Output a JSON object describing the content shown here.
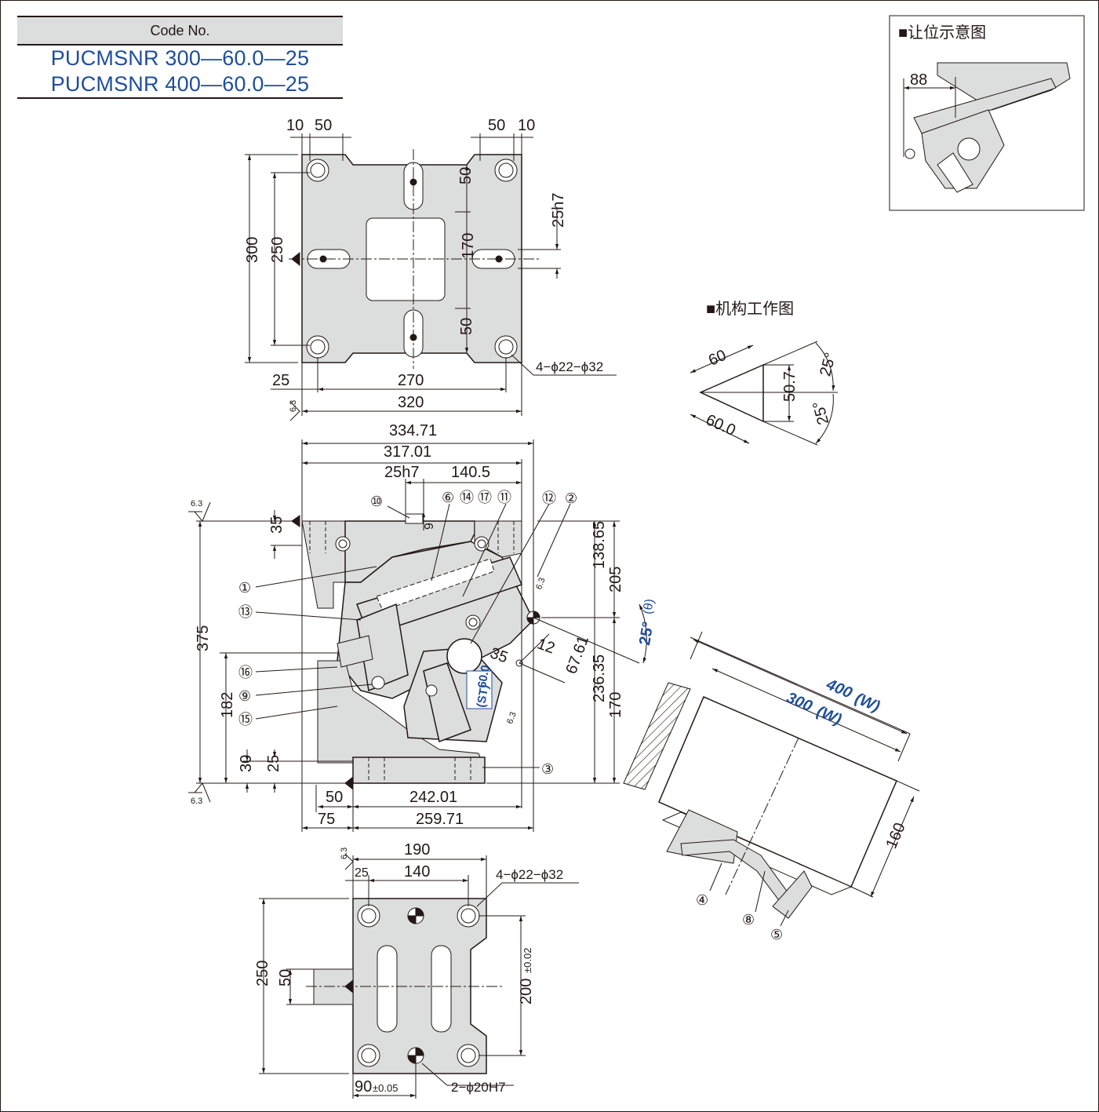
{
  "code_table": {
    "header": "Code No.",
    "codes": [
      "PUCMSNR 300—60.0—25",
      "PUCMSNR 400—60.0—25"
    ]
  },
  "inset_retreat": {
    "title": "■让位示意图",
    "dim": "88"
  },
  "inset_mechanism": {
    "title": "■机构工作图",
    "dims": {
      "top": "60",
      "bottom": "60.0",
      "height": "50.7",
      "angle_top": "25°",
      "angle_bottom": "25°"
    }
  },
  "top_view": {
    "dims": {
      "left_10": "10",
      "left_50": "50",
      "right_50": "50",
      "right_10": "10",
      "h300": "300",
      "h250": "250",
      "v50_top": "50",
      "v170": "170",
      "v50_bottom": "50",
      "key": "25h7",
      "w25": "25",
      "w270": "270",
      "w320": "320",
      "holes": "4−ϕ22−ϕ32",
      "rough": "6.3"
    }
  },
  "front_view": {
    "dims": {
      "w334": "334.71",
      "w317": "317.01",
      "key": "25h7",
      "w140": "140.5",
      "h35": "35",
      "h9": "9",
      "h375": "375",
      "h182": "182",
      "h30": "30",
      "h25": "25",
      "h138": "138.65",
      "h205": "205",
      "h236": "236.35",
      "h170": "170",
      "angle": "25°",
      "theta": "(θ)",
      "d12": "12",
      "d67": "67.61",
      "d35": "35",
      "st_val": "60.0",
      "st_lbl": "(ST)",
      "w50": "50",
      "w242": "242.01",
      "w75": "75",
      "w259": "259.71",
      "rough": "6.3"
    },
    "callouts": [
      "①",
      "②",
      "③",
      "④",
      "⑤",
      "⑥",
      "⑧",
      "⑨",
      "⑩",
      "⑪",
      "⑫",
      "⑬",
      "⑭",
      "⑮",
      "⑯",
      "⑰"
    ]
  },
  "cam_view": {
    "w400": "400",
    "w300": "300",
    "w_unit": "(W)",
    "h160": "160"
  },
  "bottom_view": {
    "dims": {
      "w190": "190",
      "w25": "25",
      "w140": "140",
      "holes": "4−ϕ22−ϕ32",
      "h250": "250",
      "h50": "50",
      "h200": "200",
      "tol200": "±0.02",
      "w90": "90",
      "tol90": "±0.05",
      "pins": "2−ϕ20H7",
      "rough": "6.3"
    }
  },
  "colors": {
    "ink": "#231815",
    "accent": "#1f4e9b",
    "fill": "#dcdddd"
  }
}
